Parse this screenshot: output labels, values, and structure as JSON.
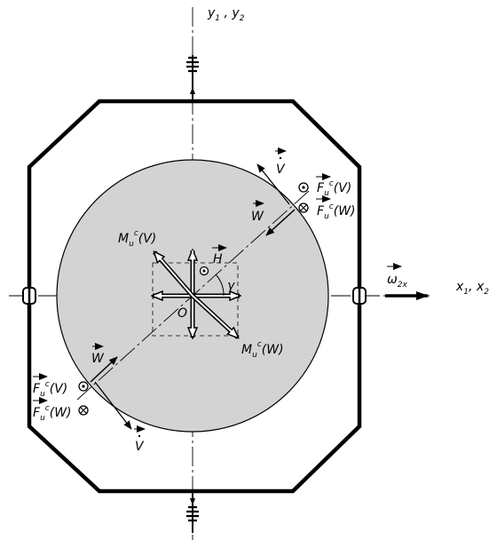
{
  "axes": {
    "vertical_label": "y",
    "vertical_sub_1": "1",
    "vertical_sep": " , ",
    "vertical_sub_2": "2",
    "horizontal_label": "x",
    "horizontal_sub_1": "1",
    "horizontal_sep": ", ",
    "horizontal_sub_2": "2"
  },
  "labels": {
    "omega": "ω",
    "omega_sub": "2x",
    "v_dot": "V",
    "w": "W",
    "h": "H",
    "o": "O",
    "gamma": "γ",
    "moment_main": "M",
    "moment_sub": "u",
    "moment_sup": "c",
    "moment_v_arg": "(V)",
    "moment_w_arg": "(W)",
    "force_main": "F",
    "force_sub": "u",
    "force_sup": "c",
    "force_v_arg": "(V)",
    "force_w_arg": "(W)"
  },
  "colors": {
    "disk_fill": "#d3d3d3",
    "ink": "#000000",
    "background": "#ffffff"
  },
  "icons": {
    "dot_symbol": "circle-dot-icon",
    "cross_symbol": "circle-cross-icon",
    "spring_symbol": "spring-icon"
  }
}
